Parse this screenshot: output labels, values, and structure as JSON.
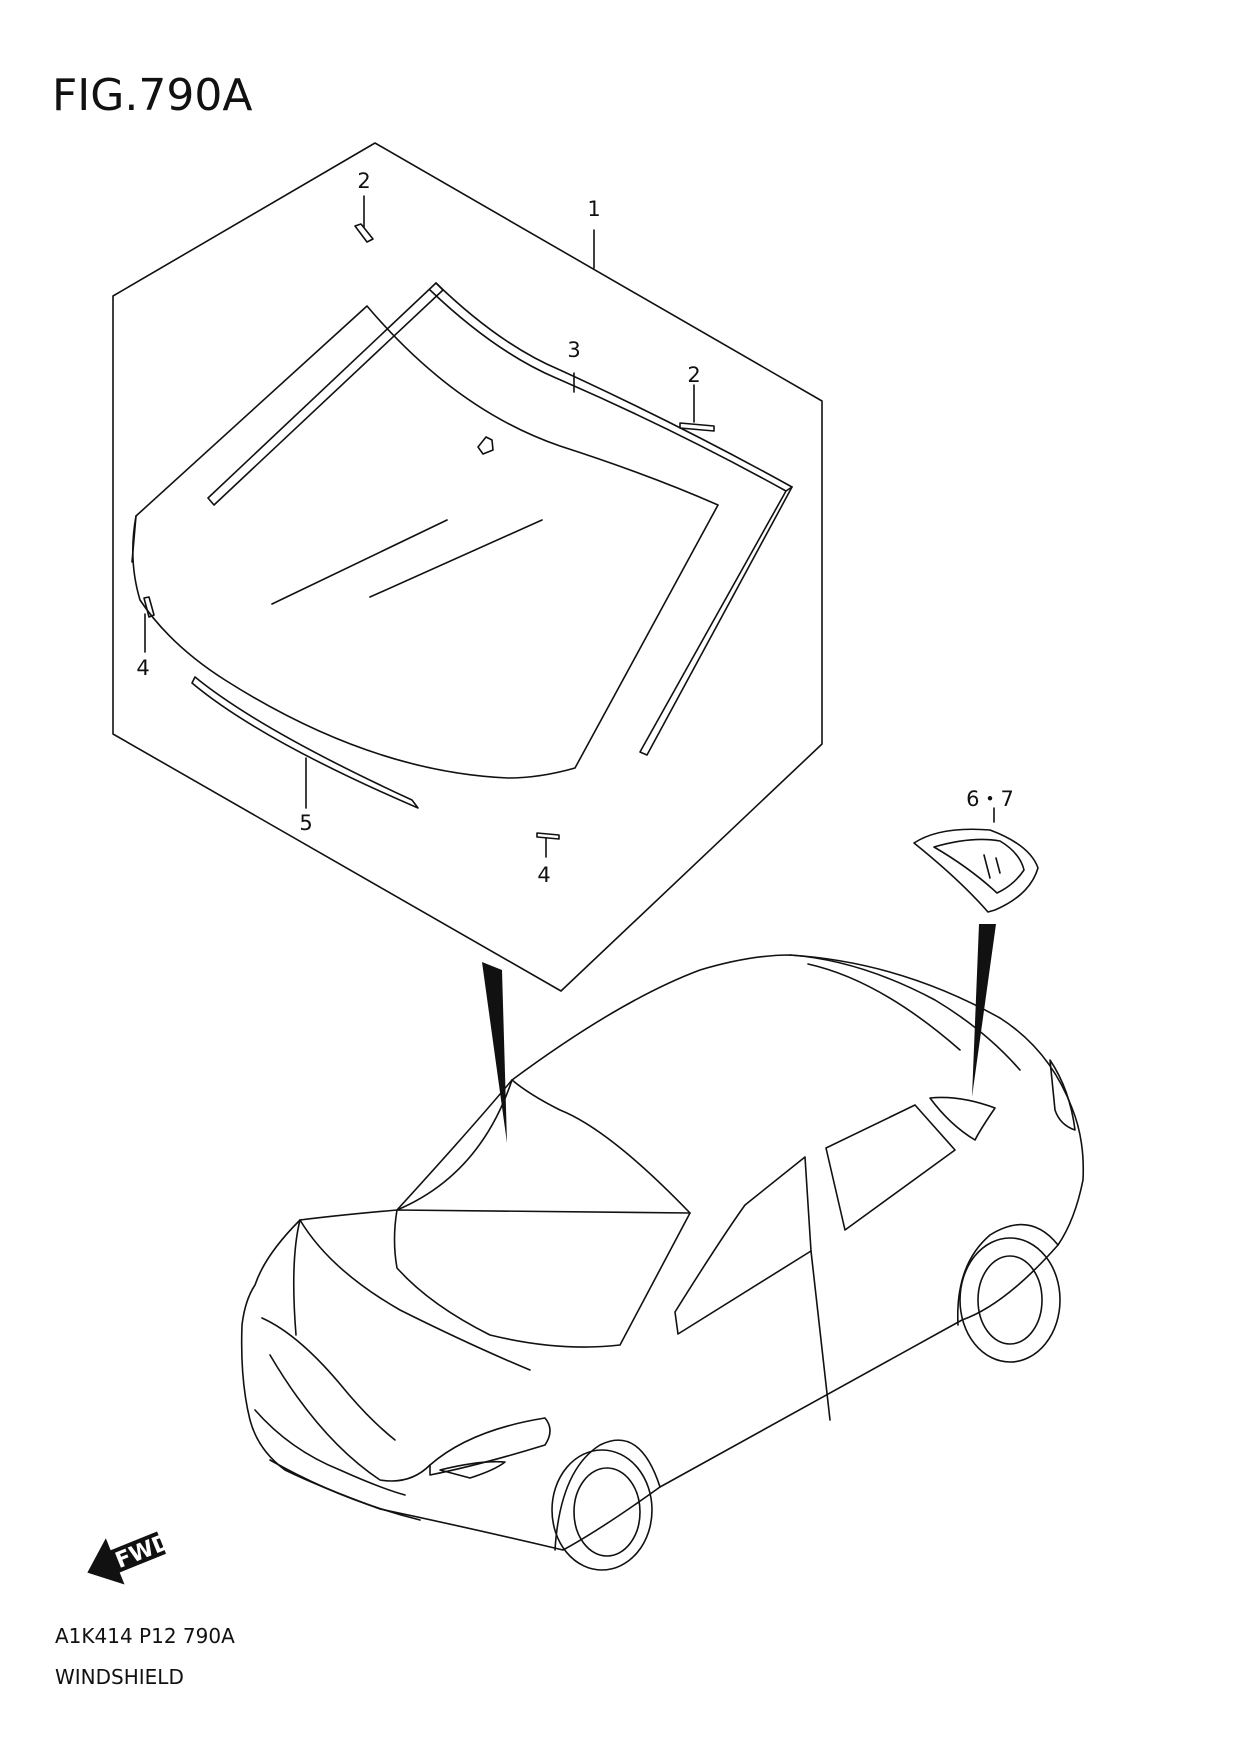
{
  "figure": {
    "title": "FIG.790A",
    "code": "A1K414 P12 790A",
    "name": "WINDSHIELD"
  },
  "callouts": {
    "c1": "1",
    "c2a": "2",
    "c2b": "2",
    "c3": "3",
    "c4a": "4",
    "c4b": "4",
    "c5": "5",
    "c67": "6・7"
  },
  "direction": {
    "label": "FWD"
  }
}
